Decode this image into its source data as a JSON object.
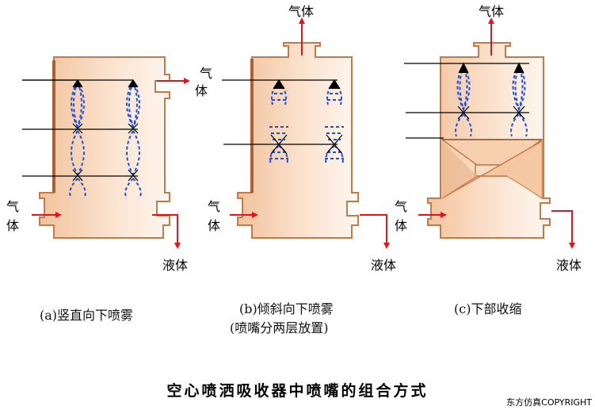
{
  "title": "空心喷洒吸收器中喷嘴的组合方式",
  "copyright": "东方仿真COPYRIGHT",
  "colors": {
    "wall": "#c4794a",
    "fill_dark": "#f3c8a2",
    "fill_light": "#fff3ea",
    "spray": "#1f4fd9",
    "arrow": "#e0141b"
  },
  "panels": [
    {
      "caption": "(a)竖直向下喷雾",
      "gas_in": "气体",
      "gas_out": "气体",
      "liquid_out": "液体"
    },
    {
      "caption": "(b)倾斜向下喷雾",
      "caption2": "(喷嘴分两层放置)",
      "gas_in": "气体",
      "gas_out": "气体",
      "liquid_out": "液体"
    },
    {
      "caption": "(c)下部收缩",
      "gas_in": "气体",
      "gas_out": "气体",
      "liquid_out": "液体"
    }
  ]
}
